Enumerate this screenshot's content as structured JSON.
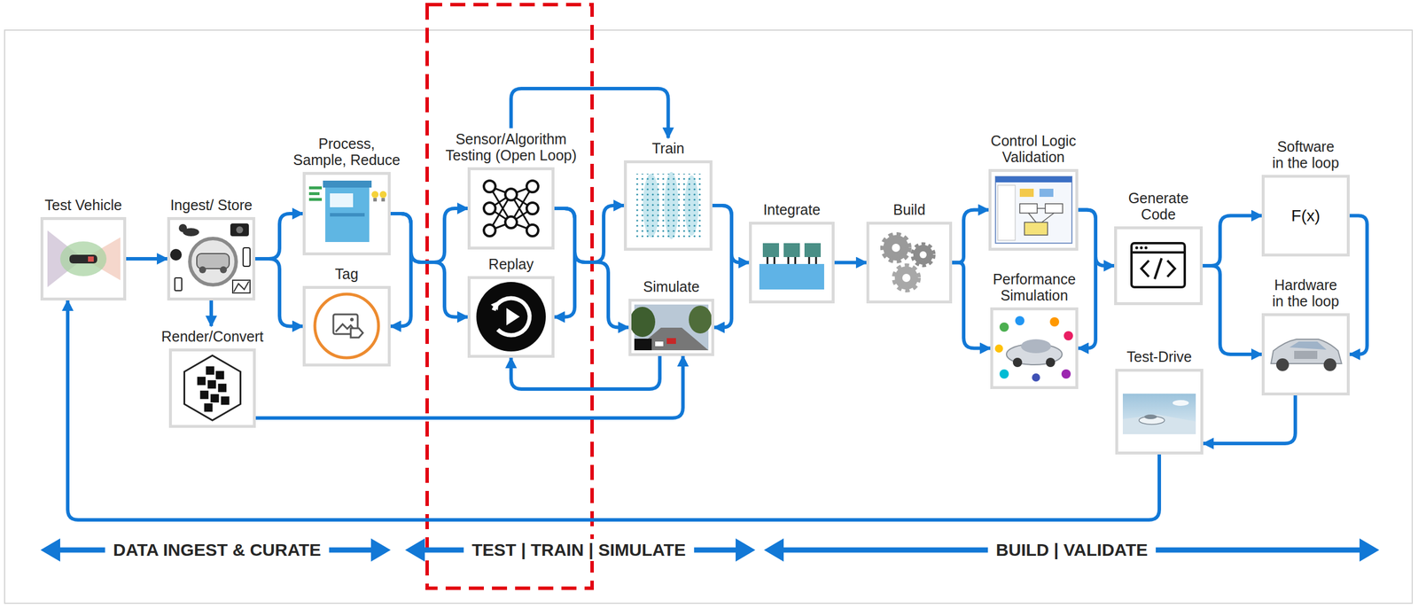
{
  "diagram": {
    "nodes": [
      {
        "text": [
          "Test Vehicle"
        ]
      },
      {
        "text": [
          "Ingest/ Store"
        ]
      },
      {
        "text": [
          "Render/Convert"
        ]
      },
      {
        "text": [
          "Process, Sample, Reduce"
        ]
      },
      {
        "text": [
          "Tag"
        ]
      },
      {
        "text": [
          "Sensor/Algorithm Testing (Open Loop)"
        ]
      },
      {
        "text": [
          "Replay"
        ]
      },
      {
        "text": [
          "Train"
        ]
      },
      {
        "text": [
          "Simulate"
        ]
      },
      {
        "text": [
          "Integrate"
        ]
      },
      {
        "text": [
          "Build"
        ]
      },
      {
        "text": [
          "Control Logic Validation"
        ]
      },
      {
        "text": [
          "Performance Simulation"
        ]
      },
      {
        "text": [
          "Generate Code"
        ]
      },
      {
        "text": [
          "Software in the loop",
          "F(x)"
        ]
      },
      {
        "text": [
          "Hardware in the loop"
        ]
      },
      {
        "text": [
          "Test-Drive"
        ]
      }
    ],
    "edges": [
      {
        "from": 0,
        "to": 1,
        "arrow": "to"
      },
      {
        "from": 1,
        "to": 2,
        "arrow": "to"
      },
      {
        "from": 1,
        "to": 3,
        "arrow": "to"
      },
      {
        "from": 1,
        "to": 4,
        "arrow": "to"
      },
      {
        "from": 3,
        "to": 4,
        "arrow": "to"
      },
      {
        "from": 3,
        "to": 5,
        "arrow": "to"
      },
      {
        "from": 3,
        "to": 6,
        "arrow": "to"
      },
      {
        "from": 5,
        "to": 6,
        "arrow": "to"
      },
      {
        "from": 5,
        "to": 7,
        "arrow": "to"
      },
      {
        "from": 5,
        "to": 7,
        "arrow": "to"
      },
      {
        "from": 5,
        "to": 8,
        "arrow": "to"
      },
      {
        "from": 8,
        "to": 6,
        "arrow": "to"
      },
      {
        "from": 2,
        "to": 8,
        "arrow": "to"
      },
      {
        "from": 7,
        "to": 8,
        "arrow": "to"
      },
      {
        "from": 7,
        "to": 9,
        "arrow": "to"
      },
      {
        "from": 9,
        "to": 10,
        "arrow": "to"
      },
      {
        "from": 10,
        "to": 11,
        "arrow": "to"
      },
      {
        "from": 10,
        "to": 12,
        "arrow": "to"
      },
      {
        "from": 11,
        "to": 12,
        "arrow": "to"
      },
      {
        "from": 11,
        "to": 13,
        "arrow": "to"
      },
      {
        "from": 13,
        "to": 14,
        "arrow": "to"
      },
      {
        "from": 13,
        "to": 15,
        "arrow": "to"
      },
      {
        "from": 14,
        "to": 15,
        "arrow": "to"
      },
      {
        "from": 15,
        "to": 16,
        "arrow": "to"
      },
      {
        "from": 16,
        "to": 0,
        "arrow": "to"
      }
    ],
    "labels": [
      "DATA INGEST & CURATE",
      "TEST | TRAIN | SIMULATE",
      "BUILD | VALIDATE"
    ]
  }
}
